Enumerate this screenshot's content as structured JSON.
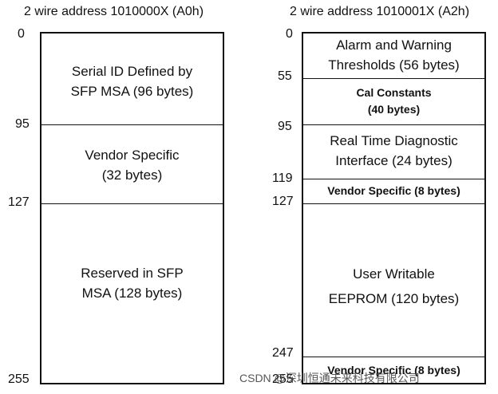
{
  "left": {
    "title": "2 wire address 1010000X (A0h)",
    "addresses": [
      "0",
      "95",
      "127",
      "255"
    ],
    "segments": [
      {
        "lines": [
          "Serial ID Defined by",
          "SFP MSA (96 bytes)"
        ]
      },
      {
        "lines": [
          "Vendor Specific",
          "(32 bytes)"
        ]
      },
      {
        "lines": [
          "Reserved in SFP",
          "MSA (128 bytes)"
        ]
      }
    ]
  },
  "right": {
    "title": "2 wire address 1010001X (A2h)",
    "addresses": [
      "0",
      "55",
      "95",
      "119",
      "127",
      "247",
      "255"
    ],
    "segments": [
      {
        "lines": [
          "Alarm and Warning",
          "Thresholds (56 bytes)"
        ]
      },
      {
        "lines": [
          "Cal Constants",
          "(40 bytes)"
        ]
      },
      {
        "lines": [
          "Real Time Diagnostic",
          "Interface (24 bytes)"
        ]
      },
      {
        "lines": [
          "Vendor Specific (8 bytes)"
        ]
      },
      {
        "lines": [
          "User Writable",
          "EEPROM (120 bytes)"
        ]
      },
      {
        "lines": [
          "Vendor Specific (8 bytes)"
        ]
      }
    ]
  },
  "watermark": "CSDN @深圳恒通未来科技有限公司"
}
